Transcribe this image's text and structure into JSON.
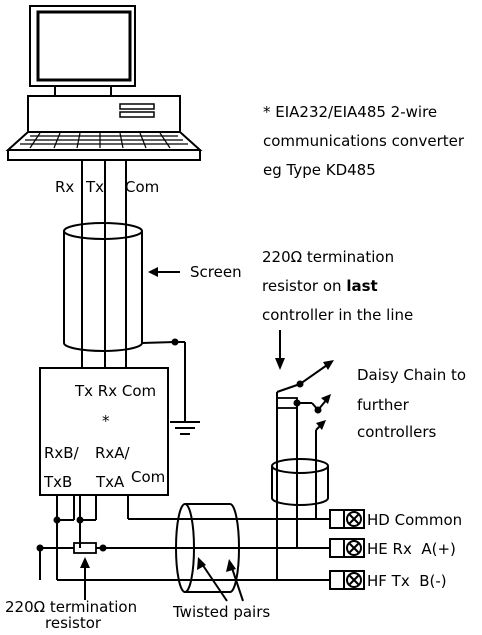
{
  "converter_note": {
    "line1": "* EIA232/EIA485 2-wire",
    "line2": "communications converter",
    "line3": "eg Type KD485"
  },
  "pc_labels": {
    "rx": "Rx",
    "tx": "Tx",
    "com": "Com"
  },
  "screen_label": "Screen",
  "termination_last": {
    "line1": "220Ω termination",
    "line2a": "resistor on ",
    "line2b": "last",
    "line3": "controller in the line"
  },
  "daisy_chain": {
    "line1": "Daisy Chain to",
    "line2": "further",
    "line3": "controllers"
  },
  "converter_box": {
    "top": "Tx Rx Com",
    "star": "*",
    "rxb": "RxB/",
    "txb": "TxB",
    "rxa": "RxA/",
    "txa": "TxA",
    "com": "Com"
  },
  "terminals": [
    {
      "id": "HD",
      "label": "HD Common"
    },
    {
      "id": "HE",
      "label": "HE Rx  A(+)"
    },
    {
      "id": "HF",
      "label": "HF Tx  B(-)"
    }
  ],
  "termination_bottom": {
    "line1": "220Ω termination",
    "line2": "resistor"
  },
  "twisted_pairs": "Twisted pairs"
}
